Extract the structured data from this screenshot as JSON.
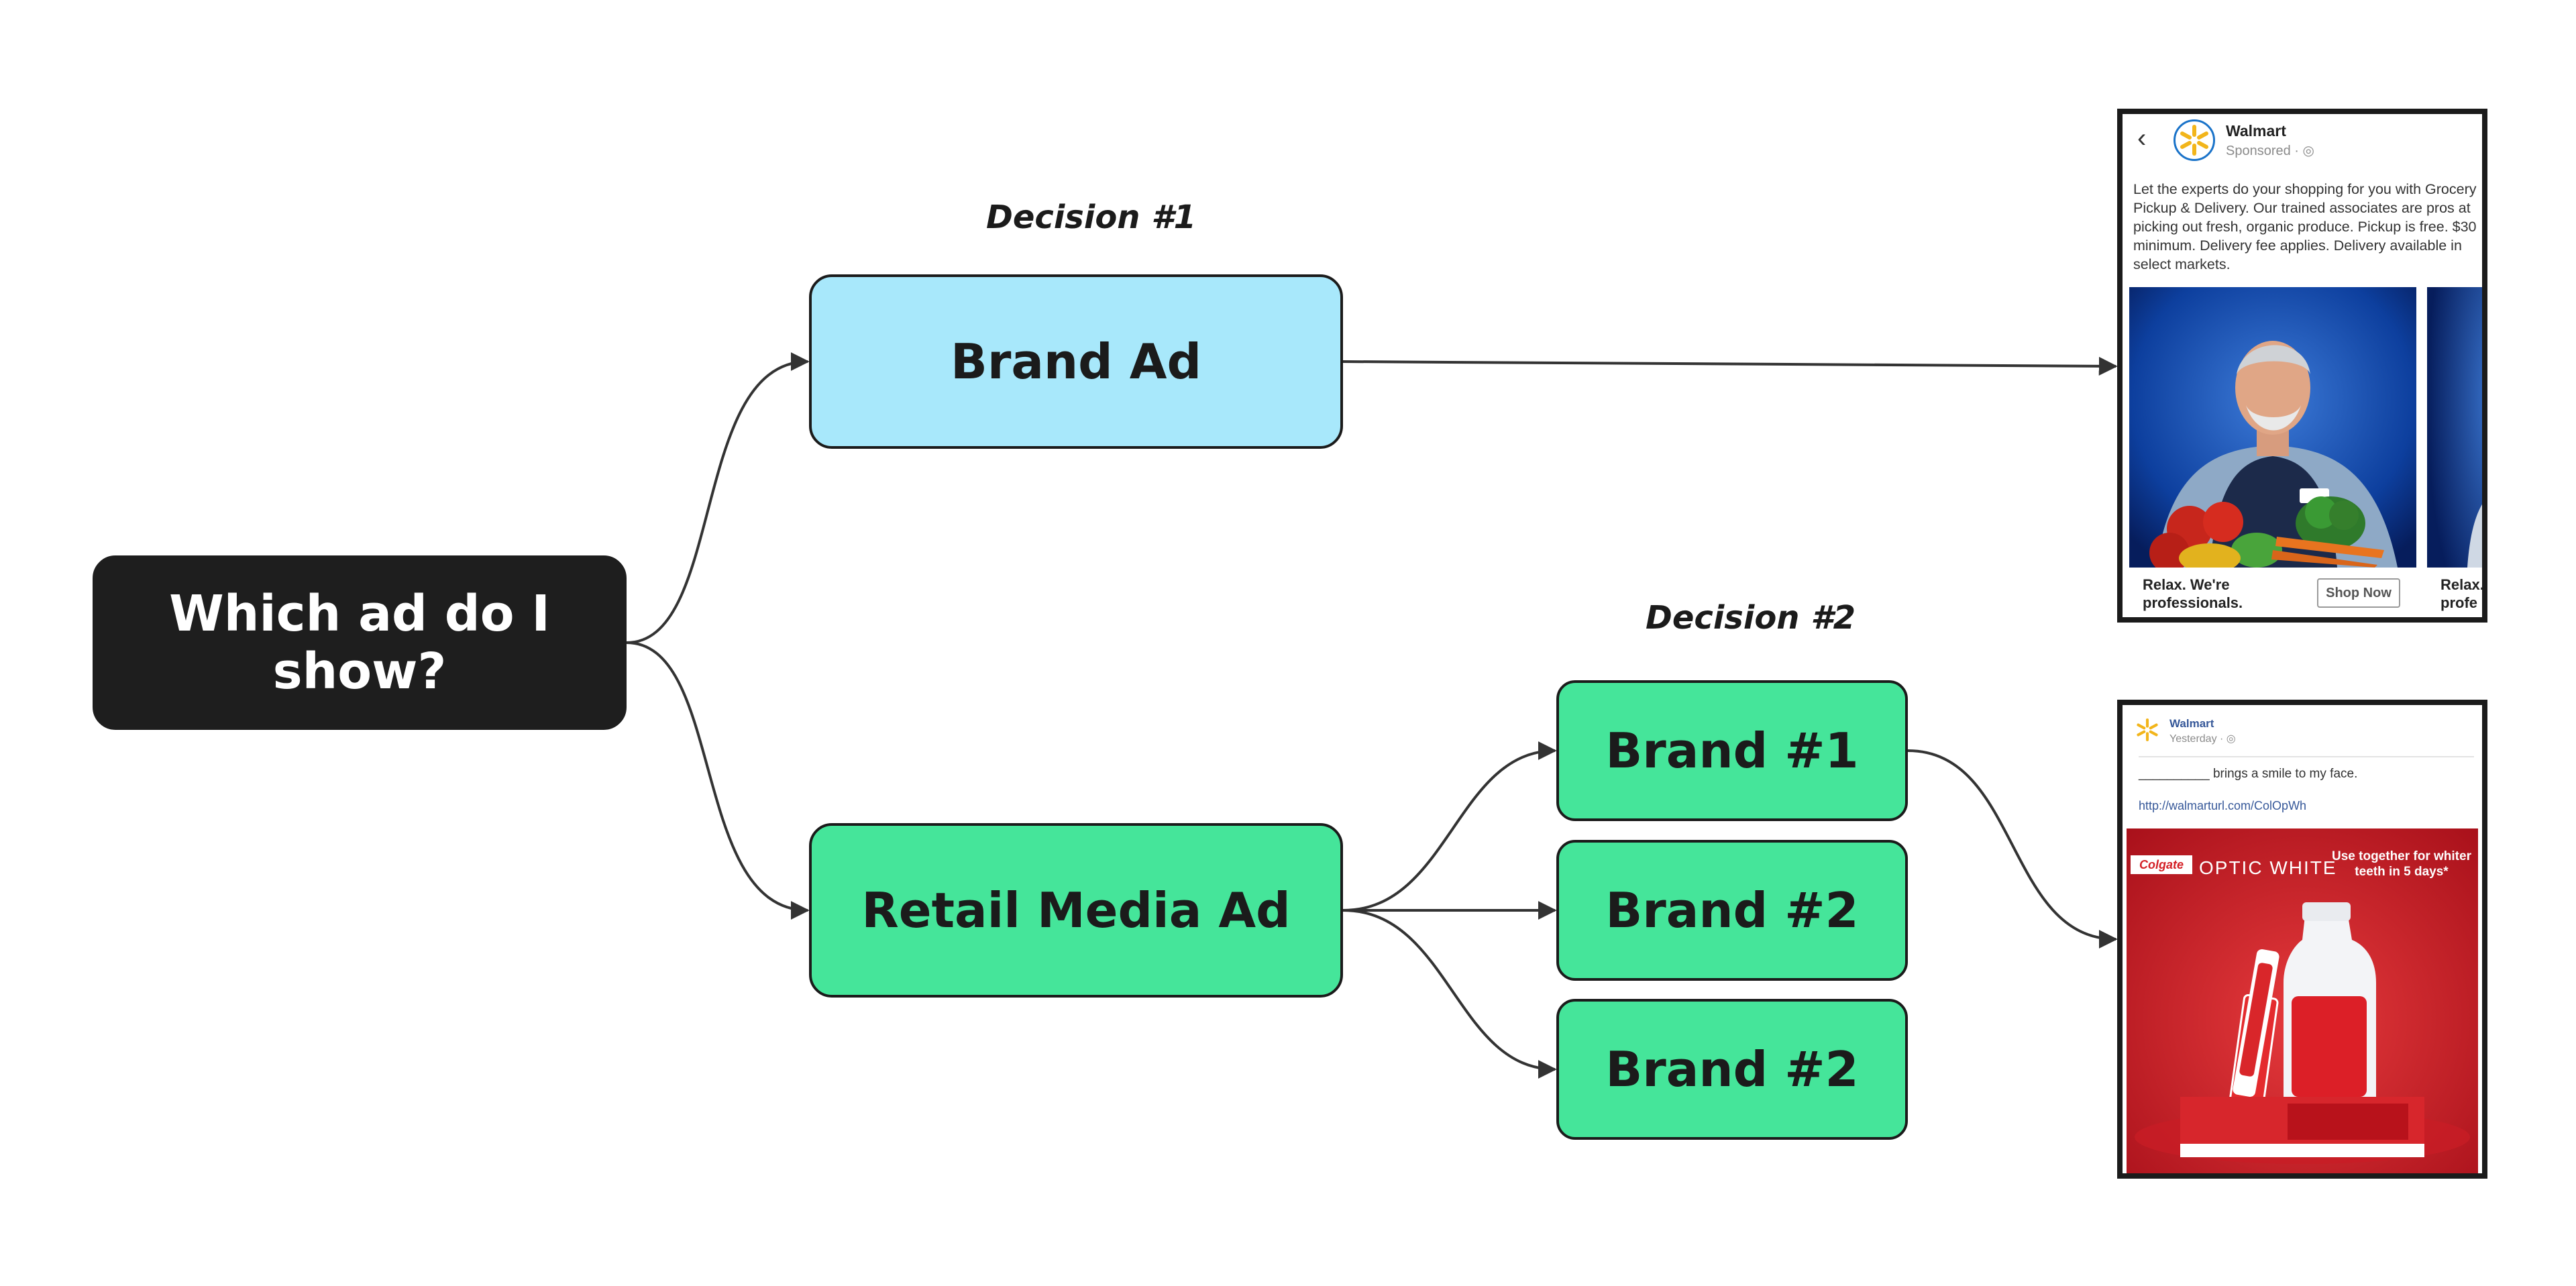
{
  "nodes": {
    "root": "Which ad do I show?",
    "brand_ad": "Brand Ad",
    "retail_media_ad": "Retail Media Ad",
    "brand_1": "Brand #1",
    "brand_2a": "Brand #2",
    "brand_2b": "Brand #2"
  },
  "decisions": {
    "decision_1": "Decision #1",
    "decision_2": "Decision #2"
  },
  "colors": {
    "root_fill": "#1e1e1e",
    "brand_ad_fill": "#a8e8fb",
    "retail_fill": "#45e59a",
    "edge": "#333333"
  },
  "walmart_ad": {
    "page_name": "Walmart",
    "sponsored": "Sponsored · ◎",
    "body": "Let the experts do your shopping for you with Grocery\nPickup & Delivery. Our trained associates are pros at\npicking out fresh, organic produce. Pickup is free. $30\nminimum. Delivery fee applies. Delivery available in\nselect markets.",
    "caption_1": "Relax. We're\nprofessionals.",
    "cta": "Shop Now",
    "caption_2": "Relax.\nprofe"
  },
  "colgate_ad": {
    "page_name": "Walmart",
    "time": "Yesterday · ◎",
    "body": "__________ brings a smile to my face.",
    "link": "http://walmarturl.com/ColOpWh",
    "brand": "Colgate",
    "product": "OPTIC WHITE",
    "tagline": "Use together for whiter teeth in 5 days*"
  }
}
